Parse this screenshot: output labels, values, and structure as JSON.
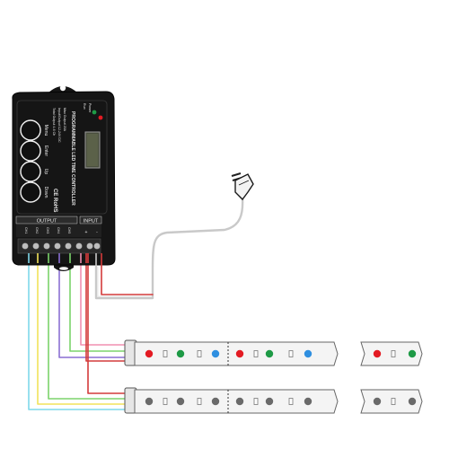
{
  "controller": {
    "product_name": "PROGRAMMABLE LED TIME CONTROLLER",
    "buttons": [
      "Menu",
      "Enter",
      "Up",
      "Down"
    ],
    "spec_lines": [
      "Total Output 4-6 Ch",
      "Input/Output 12-24V DC",
      "Max Output 20A"
    ],
    "ce_mark": "CE RoHS",
    "run_label": "Run",
    "power_label": "Power",
    "output_label": "OUTPUT",
    "input_label": "INPUT",
    "output_channels": [
      "CH1",
      "CH2",
      "CH3",
      "CH4",
      "CH5"
    ],
    "input_terminals": [
      "+",
      "-"
    ]
  },
  "colors": {
    "controller_body": "#151515",
    "wire_cyan": "#7fd8ea",
    "wire_yellow": "#f2e25a",
    "wire_green": "#7bd46b",
    "wire_purple": "#8a6fd2",
    "wire_pink": "#f08fb0",
    "wire_red": "#d43b3b",
    "wire_gray": "#c9c9c9",
    "led_red": "#e31b23",
    "led_green": "#1e9a46",
    "led_blue": "#2f8fe0",
    "led_white": "#6a6a6a",
    "strip": "#f4f4f4"
  },
  "strips": [
    {
      "name": "rgb-strip",
      "leds": [
        "red",
        "green",
        "blue",
        "red",
        "green",
        "blue",
        "red",
        "green"
      ]
    },
    {
      "name": "white-strip",
      "leds": [
        "white",
        "white",
        "white",
        "white",
        "white",
        "white",
        "white",
        "white"
      ]
    }
  ]
}
